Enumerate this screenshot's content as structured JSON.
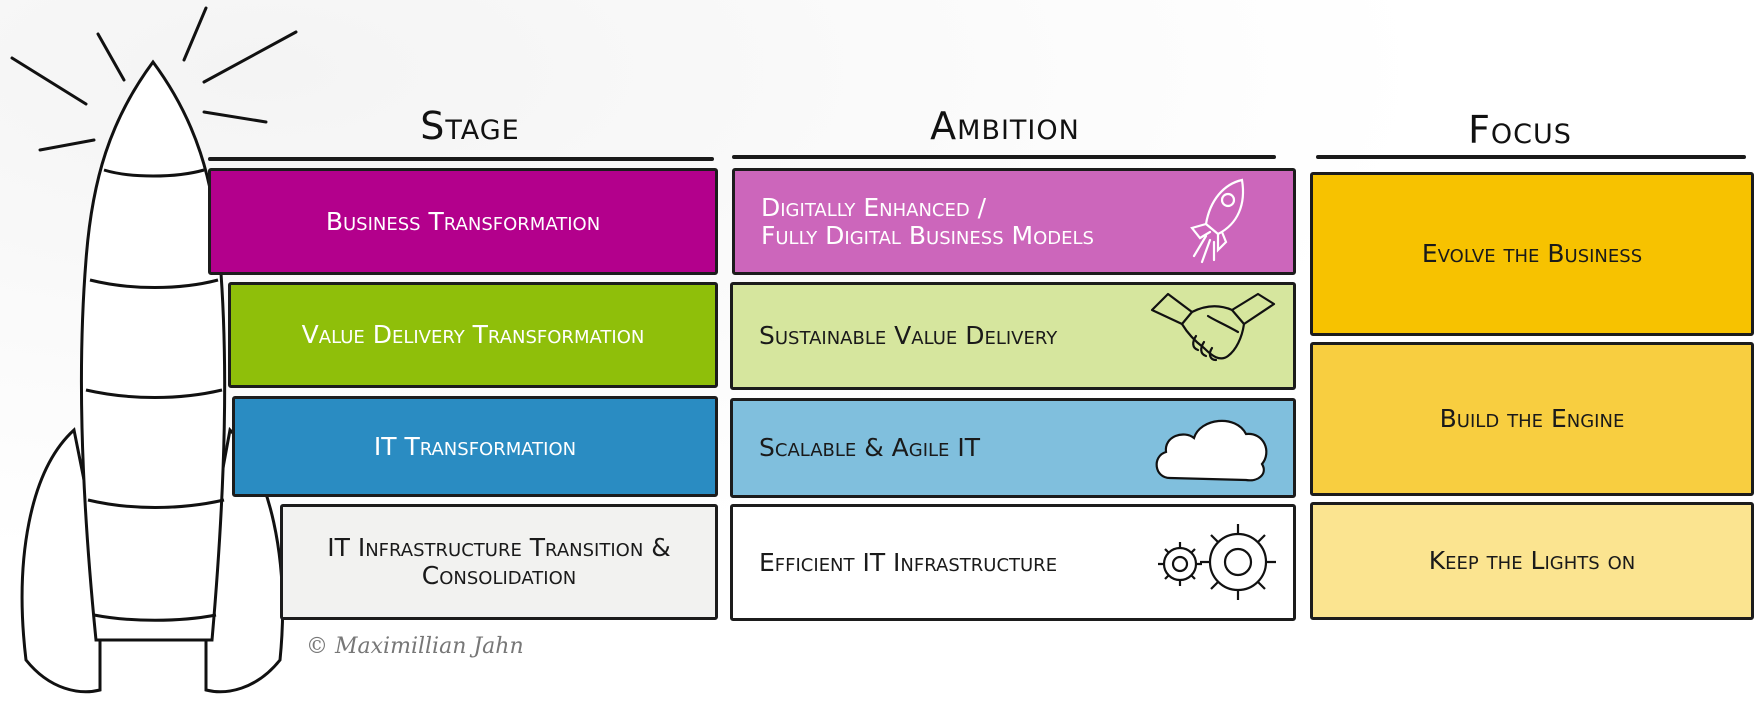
{
  "headers": {
    "stage": "Stage",
    "ambition": "Ambition",
    "focus": "Focus"
  },
  "stages": [
    {
      "label": "Business Transformation",
      "color": "#b3008c"
    },
    {
      "label": "Value Delivery Transformation",
      "color": "#8fbf0a"
    },
    {
      "label": "IT Transformation",
      "color": "#2a8cc2"
    },
    {
      "label": "IT Infrastructure Transition & Consolidation",
      "color": "#f2f2f0"
    }
  ],
  "ambitions": [
    {
      "label_line1": "Digitally Enhanced /",
      "label_line2": "Fully Digital Business Models",
      "color": "#cc66bb",
      "icon": "rocket-icon"
    },
    {
      "label": "Sustainable Value Delivery",
      "color": "#d6e69e",
      "icon": "handshake-icon"
    },
    {
      "label": "Scalable & Agile IT",
      "color": "#80bfdd",
      "icon": "cloud-icon"
    },
    {
      "label": "Efficient IT Infrastructure",
      "color": "#ffffff",
      "icon": "gears-icon"
    }
  ],
  "focus": [
    {
      "label": "Evolve the Business",
      "color": "#f7c200"
    },
    {
      "label": "Build the Engine",
      "color": "#f8ce40"
    },
    {
      "label": "Keep the Lights on",
      "color": "#fbe490"
    }
  ],
  "credit": "© Maximillian Jahn"
}
